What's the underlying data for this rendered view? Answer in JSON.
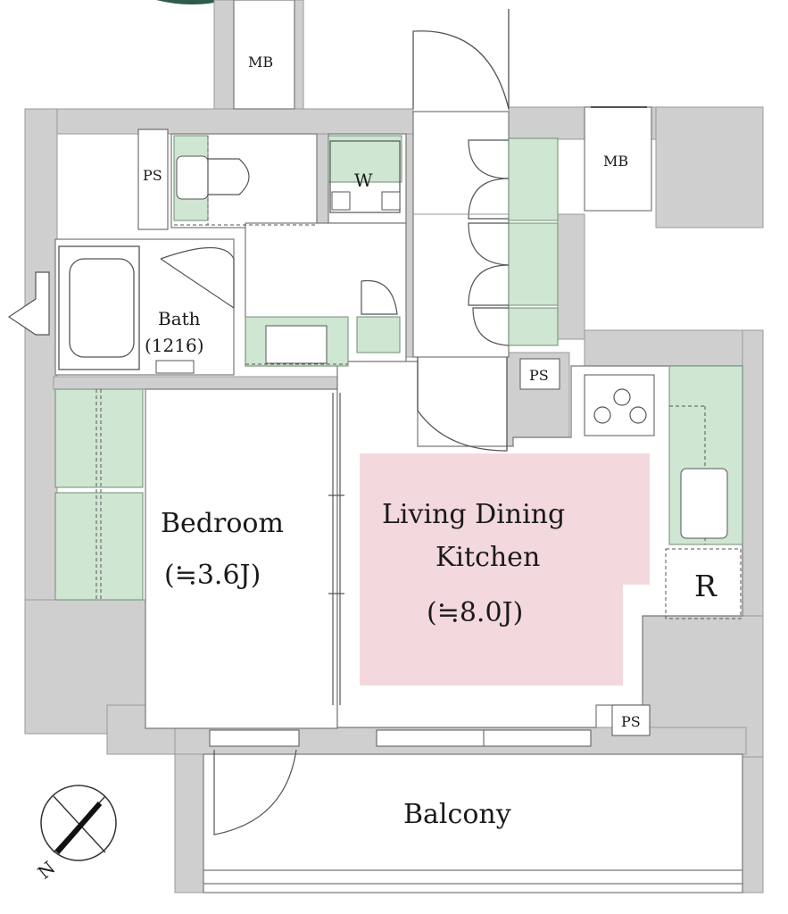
{
  "colors": {
    "wall": "#cfcfcf",
    "storage_green": "#cfe6d2",
    "ldk_highlight": "#f3d9de",
    "line": "#555555",
    "badge": "#2f5b4c"
  },
  "rooms": {
    "bedroom_name": "Bedroom",
    "bedroom_size": "(≒3.6J)",
    "ldk_line1": "Living Dining",
    "ldk_line2": "Kitchen",
    "ldk_size": "(≒8.0J)",
    "bath_name": "Bath",
    "bath_size": "(1216)",
    "balcony": "Balcony"
  },
  "fixtures": {
    "mb_top": "MB",
    "mb_right": "MB",
    "ps_left": "PS",
    "ps_mid": "PS",
    "ps_bottom": "PS",
    "washer": "W",
    "fridge": "R"
  },
  "compass": {
    "north_label": "N"
  }
}
